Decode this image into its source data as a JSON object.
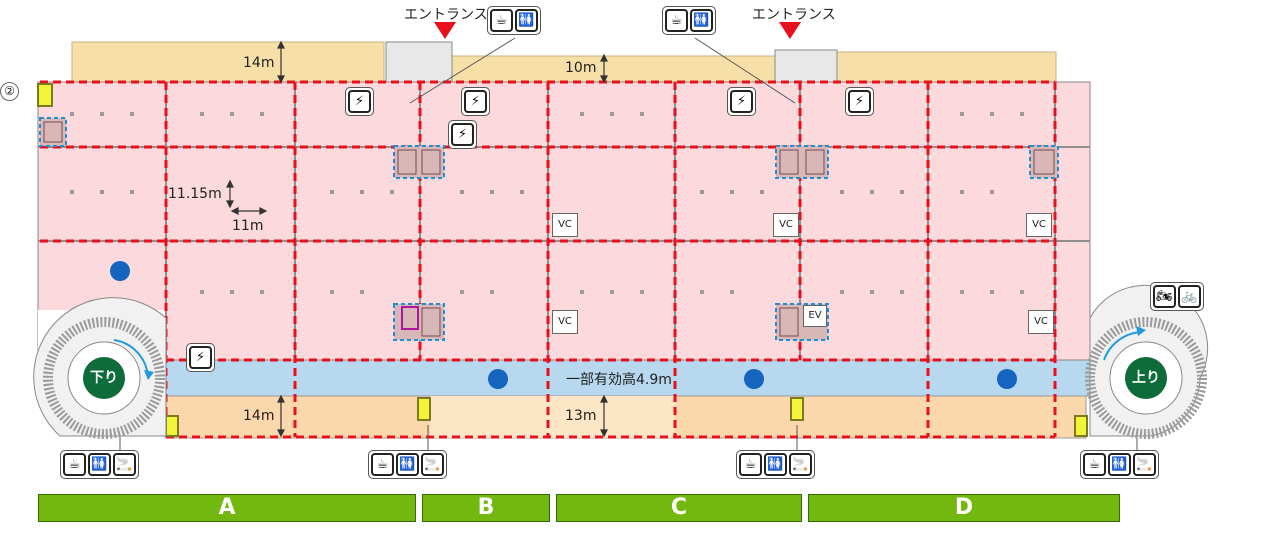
{
  "entrance_label": "エントランス",
  "dimensions": {
    "top_left_depth": "14m",
    "top_center_depth": "10m",
    "bay_height": "11.15m",
    "bay_width": "11m",
    "bottom_left_depth": "14m",
    "bottom_center_depth": "13m"
  },
  "partial_height_note": "一部有効高4.9m",
  "ramps": {
    "down": "下り",
    "up": "上り"
  },
  "vc_label": "VC",
  "ev_label": "EV",
  "marker_label": "②",
  "zones": [
    {
      "label": "A"
    },
    {
      "label": "B"
    },
    {
      "label": "C"
    },
    {
      "label": "D"
    }
  ],
  "colors": {
    "warehouse_pink": "#fbd9dc",
    "dock_blue": "#b7d8ee",
    "truck_berth_orange": "#fbd8ac",
    "office_tan": "#f7dfa8",
    "zone_green": "#72b80f",
    "grid_red": "#e8101a",
    "ramp_green": "#0e6b3a"
  }
}
